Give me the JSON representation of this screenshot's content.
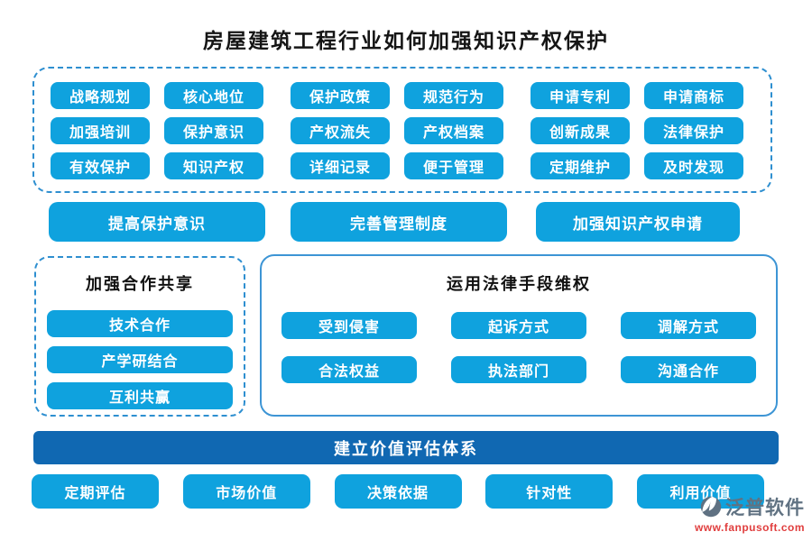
{
  "title": "房屋建筑工程行业如何加强知识产权保护",
  "colors": {
    "button_blue": "#0fa2de",
    "bar_blue": "#1068b2",
    "border_blue": "#2e8fd0",
    "brand_gray": "#607282",
    "url_red": "#e03e3e"
  },
  "measures": {
    "rows": [
      [
        "战略规划",
        "核心地位",
        "保护政策",
        "规范行为",
        "申请专利",
        "申请商标"
      ],
      [
        "加强培训",
        "保护意识",
        "产权流失",
        "产权档案",
        "创新成果",
        "法律保护"
      ],
      [
        "有效保护",
        "知识产权",
        "详细记录",
        "便于管理",
        "定期维护",
        "及时发现"
      ]
    ]
  },
  "strategies": [
    "提高保护意识",
    "完善管理制度",
    "加强知识产权申请"
  ],
  "cooperation": {
    "title": "加强合作共享",
    "items": [
      "技术合作",
      "产学研结合",
      "互利共赢"
    ]
  },
  "legal": {
    "title": "运用法律手段维权",
    "rows": [
      [
        "受到侵害",
        "起诉方式",
        "调解方式"
      ],
      [
        "合法权益",
        "执法部门",
        "沟通合作"
      ]
    ]
  },
  "evaluation": {
    "title": "建立价值评估体系",
    "items": [
      "定期评估",
      "市场价值",
      "决策依据",
      "针对性",
      "利用价值"
    ]
  },
  "watermark": {
    "brand": "泛普软件",
    "url": "www.fanpusoft.com"
  }
}
